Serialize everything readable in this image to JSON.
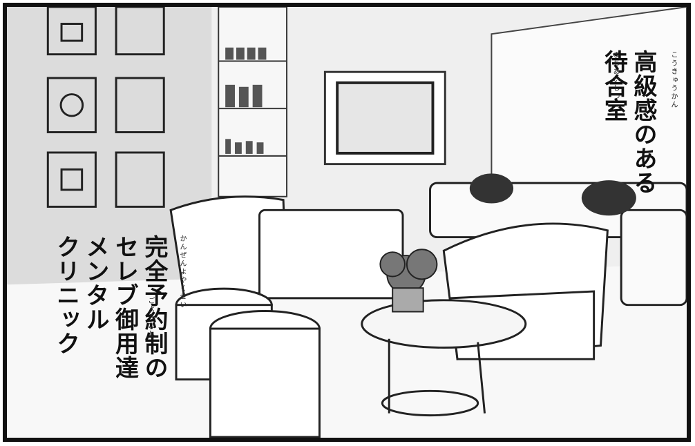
{
  "caption_right": {
    "lines": [
      "高級感のある",
      "待合室"
    ],
    "ruby": [
      "こうきゅうかん",
      "まちあいしつ"
    ]
  },
  "caption_left": {
    "lines": [
      "完全予約制の",
      "セレブ御用達",
      "メンタル",
      "クリニック"
    ],
    "ruby": [
      "かんぜんよやくせい",
      "ごようたし"
    ]
  },
  "colors": {
    "border": "#111111",
    "background": "#f3f3f3",
    "ink": "#222222"
  }
}
